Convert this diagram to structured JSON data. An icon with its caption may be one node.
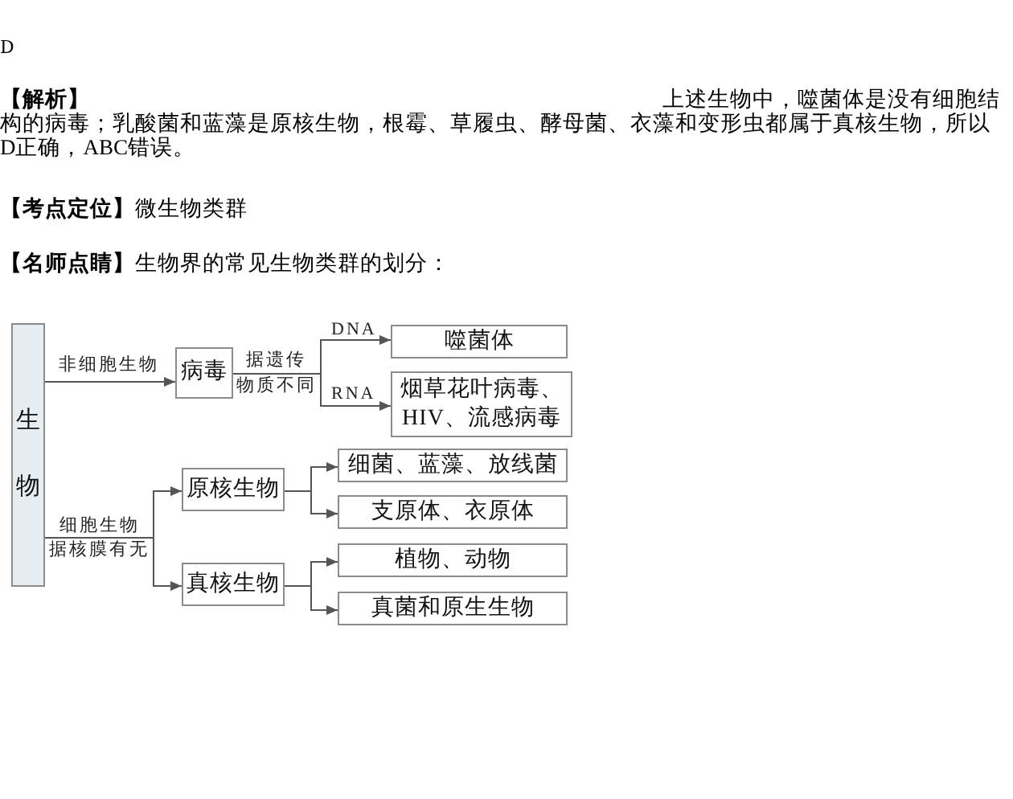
{
  "diagram": {
    "nodes": [
      {
        "text": [
          "生物"
        ]
      },
      {
        "text": [
          "病毒"
        ]
      },
      {
        "text": [
          "噬菌体"
        ]
      },
      {
        "text": [
          "烟草花叶病毒、HIV、流感病毒"
        ]
      },
      {
        "text": [
          "原核生物"
        ]
      },
      {
        "text": [
          "真核生物"
        ]
      },
      {
        "text": [
          "细菌、蓝藻、放线菌"
        ]
      },
      {
        "text": [
          "支原体、衣原体"
        ]
      },
      {
        "text": [
          "植物、动物"
        ]
      },
      {
        "text": [
          "真菌和原生生物"
        ]
      }
    ],
    "edges": [
      {
        "from": 0,
        "to": 1,
        "arrow": "to",
        "label": "非细胞生物"
      },
      {
        "from": 1,
        "to": 2,
        "arrow": "to",
        "label": "DNA"
      },
      {
        "from": 1,
        "to": 3,
        "arrow": "to",
        "label": "RNA"
      },
      {
        "from": 0,
        "to": 4,
        "arrow": "to"
      },
      {
        "from": 0,
        "to": 5,
        "arrow": "to"
      },
      {
        "from": 4,
        "to": 6,
        "arrow": "to"
      },
      {
        "from": 4,
        "to": 7,
        "arrow": "to"
      },
      {
        "from": 5,
        "to": 8,
        "arrow": "to"
      },
      {
        "from": 5,
        "to": 9,
        "arrow": "to"
      }
    ],
    "labels": [
      "D",
      "**【解析】**上述生物中，噬菌体是没有细胞结构的病毒；乳酸菌和蓝藻是原核生物，根霉、草履虫、酵母菌、衣藻和变形虫都属于真核生物，所以D正确，ABC错误。",
      "**【考点定位】**微生物类群",
      "**【名师点睛】**生物界的常见生物类群的划分：",
      "据遗传",
      "物质不同",
      "细胞生物",
      "据核膜有无"
    ]
  }
}
